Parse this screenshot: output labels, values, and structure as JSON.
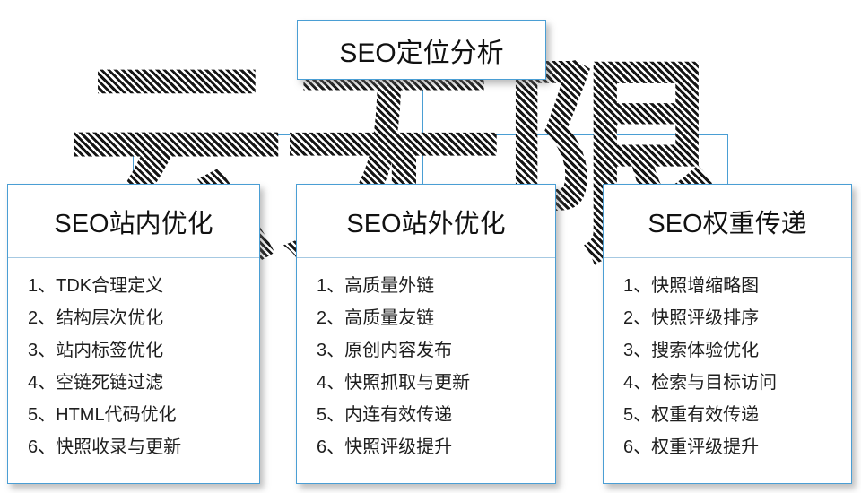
{
  "watermark": {
    "text": "云无限"
  },
  "root": {
    "title": "SEO定位分析"
  },
  "columns": [
    {
      "title": "SEO站内优化",
      "items": [
        "1、TDK合理定义",
        "2、结构层次优化",
        "3、站内标签优化",
        "4、空链死链过滤",
        "5、HTML代码优化",
        "6、快照收录与更新"
      ]
    },
    {
      "title": "SEO站外优化",
      "items": [
        "1、高质量外链",
        "2、高质量友链",
        "3、原创内容发布",
        "4、快照抓取与更新",
        "5、内连有效传递",
        "6、快照评级提升"
      ]
    },
    {
      "title": "SEO权重传递",
      "items": [
        "1、快照增缩略图",
        "2、快照评级排序",
        "3、搜索体验优化",
        "4、检索与目标访问",
        "5、权重有效传递",
        "6、权重评级提升"
      ]
    }
  ],
  "colors": {
    "connector": "#4a9ed4",
    "box_border": "#4a9ed4"
  }
}
